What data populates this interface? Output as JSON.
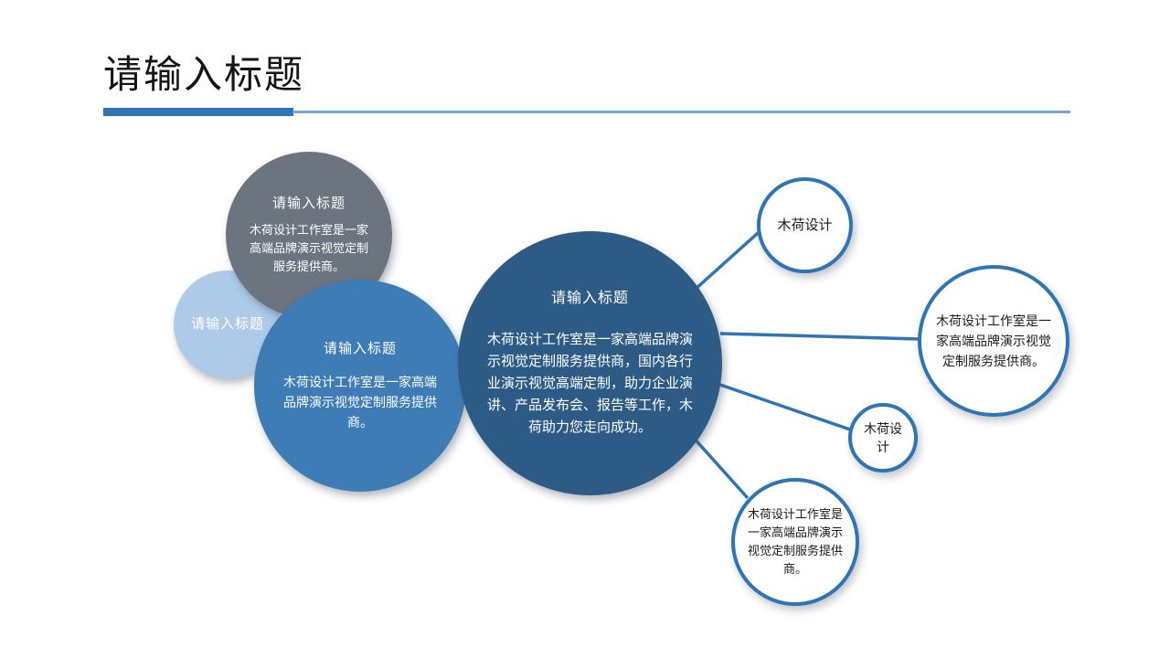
{
  "slide": {
    "title": "请输入标题",
    "accent_color": "#2E75B6",
    "accent_light_color": "#6FA8DC",
    "background_color": "#FFFFFF"
  },
  "bubbles": [
    {
      "id": "gray",
      "title": "请输入标题",
      "body": "木荷设计工作室是一家高端品牌演示视觉定制服务提供商。",
      "color": "#6B747F"
    },
    {
      "id": "light-blue",
      "title": "请输入标题",
      "body": "",
      "color": "#ADCBE8"
    },
    {
      "id": "medium-blue",
      "title": "请输入标题",
      "body": "木荷设计工作室是一家高端品牌演示视觉定制服务提供商。",
      "color": "#3E7CB6"
    },
    {
      "id": "main-blue",
      "title": "请输入标题",
      "body": "木荷设计工作室是一家高端品牌演示视觉定制服务提供商，国内各行业演示视觉高端定制，助力企业演讲、产品发布会、报告等工作，木荷助力您走向成功。",
      "color": "#2C5C86"
    }
  ],
  "rings": [
    {
      "id": "top",
      "text": "木荷设计",
      "color": "#2E75B6"
    },
    {
      "id": "right",
      "text": "木荷设计工作室是一家高端品牌演示视觉定制服务提供商。",
      "color": "#2E75B6"
    },
    {
      "id": "small",
      "text": "木荷设计",
      "color": "#2E75B6"
    },
    {
      "id": "bottom",
      "text": "木荷设计工作室是一家高端品牌演示视觉定制服务提供商。",
      "color": "#2E75B6"
    }
  ],
  "connectors": [
    {
      "id": "main-to-top",
      "from": "main-blue",
      "to": "top"
    },
    {
      "id": "main-to-right",
      "from": "main-blue",
      "to": "right"
    },
    {
      "id": "main-to-small",
      "from": "main-blue",
      "to": "small"
    },
    {
      "id": "main-to-bottom",
      "from": "main-blue",
      "to": "bottom"
    }
  ]
}
